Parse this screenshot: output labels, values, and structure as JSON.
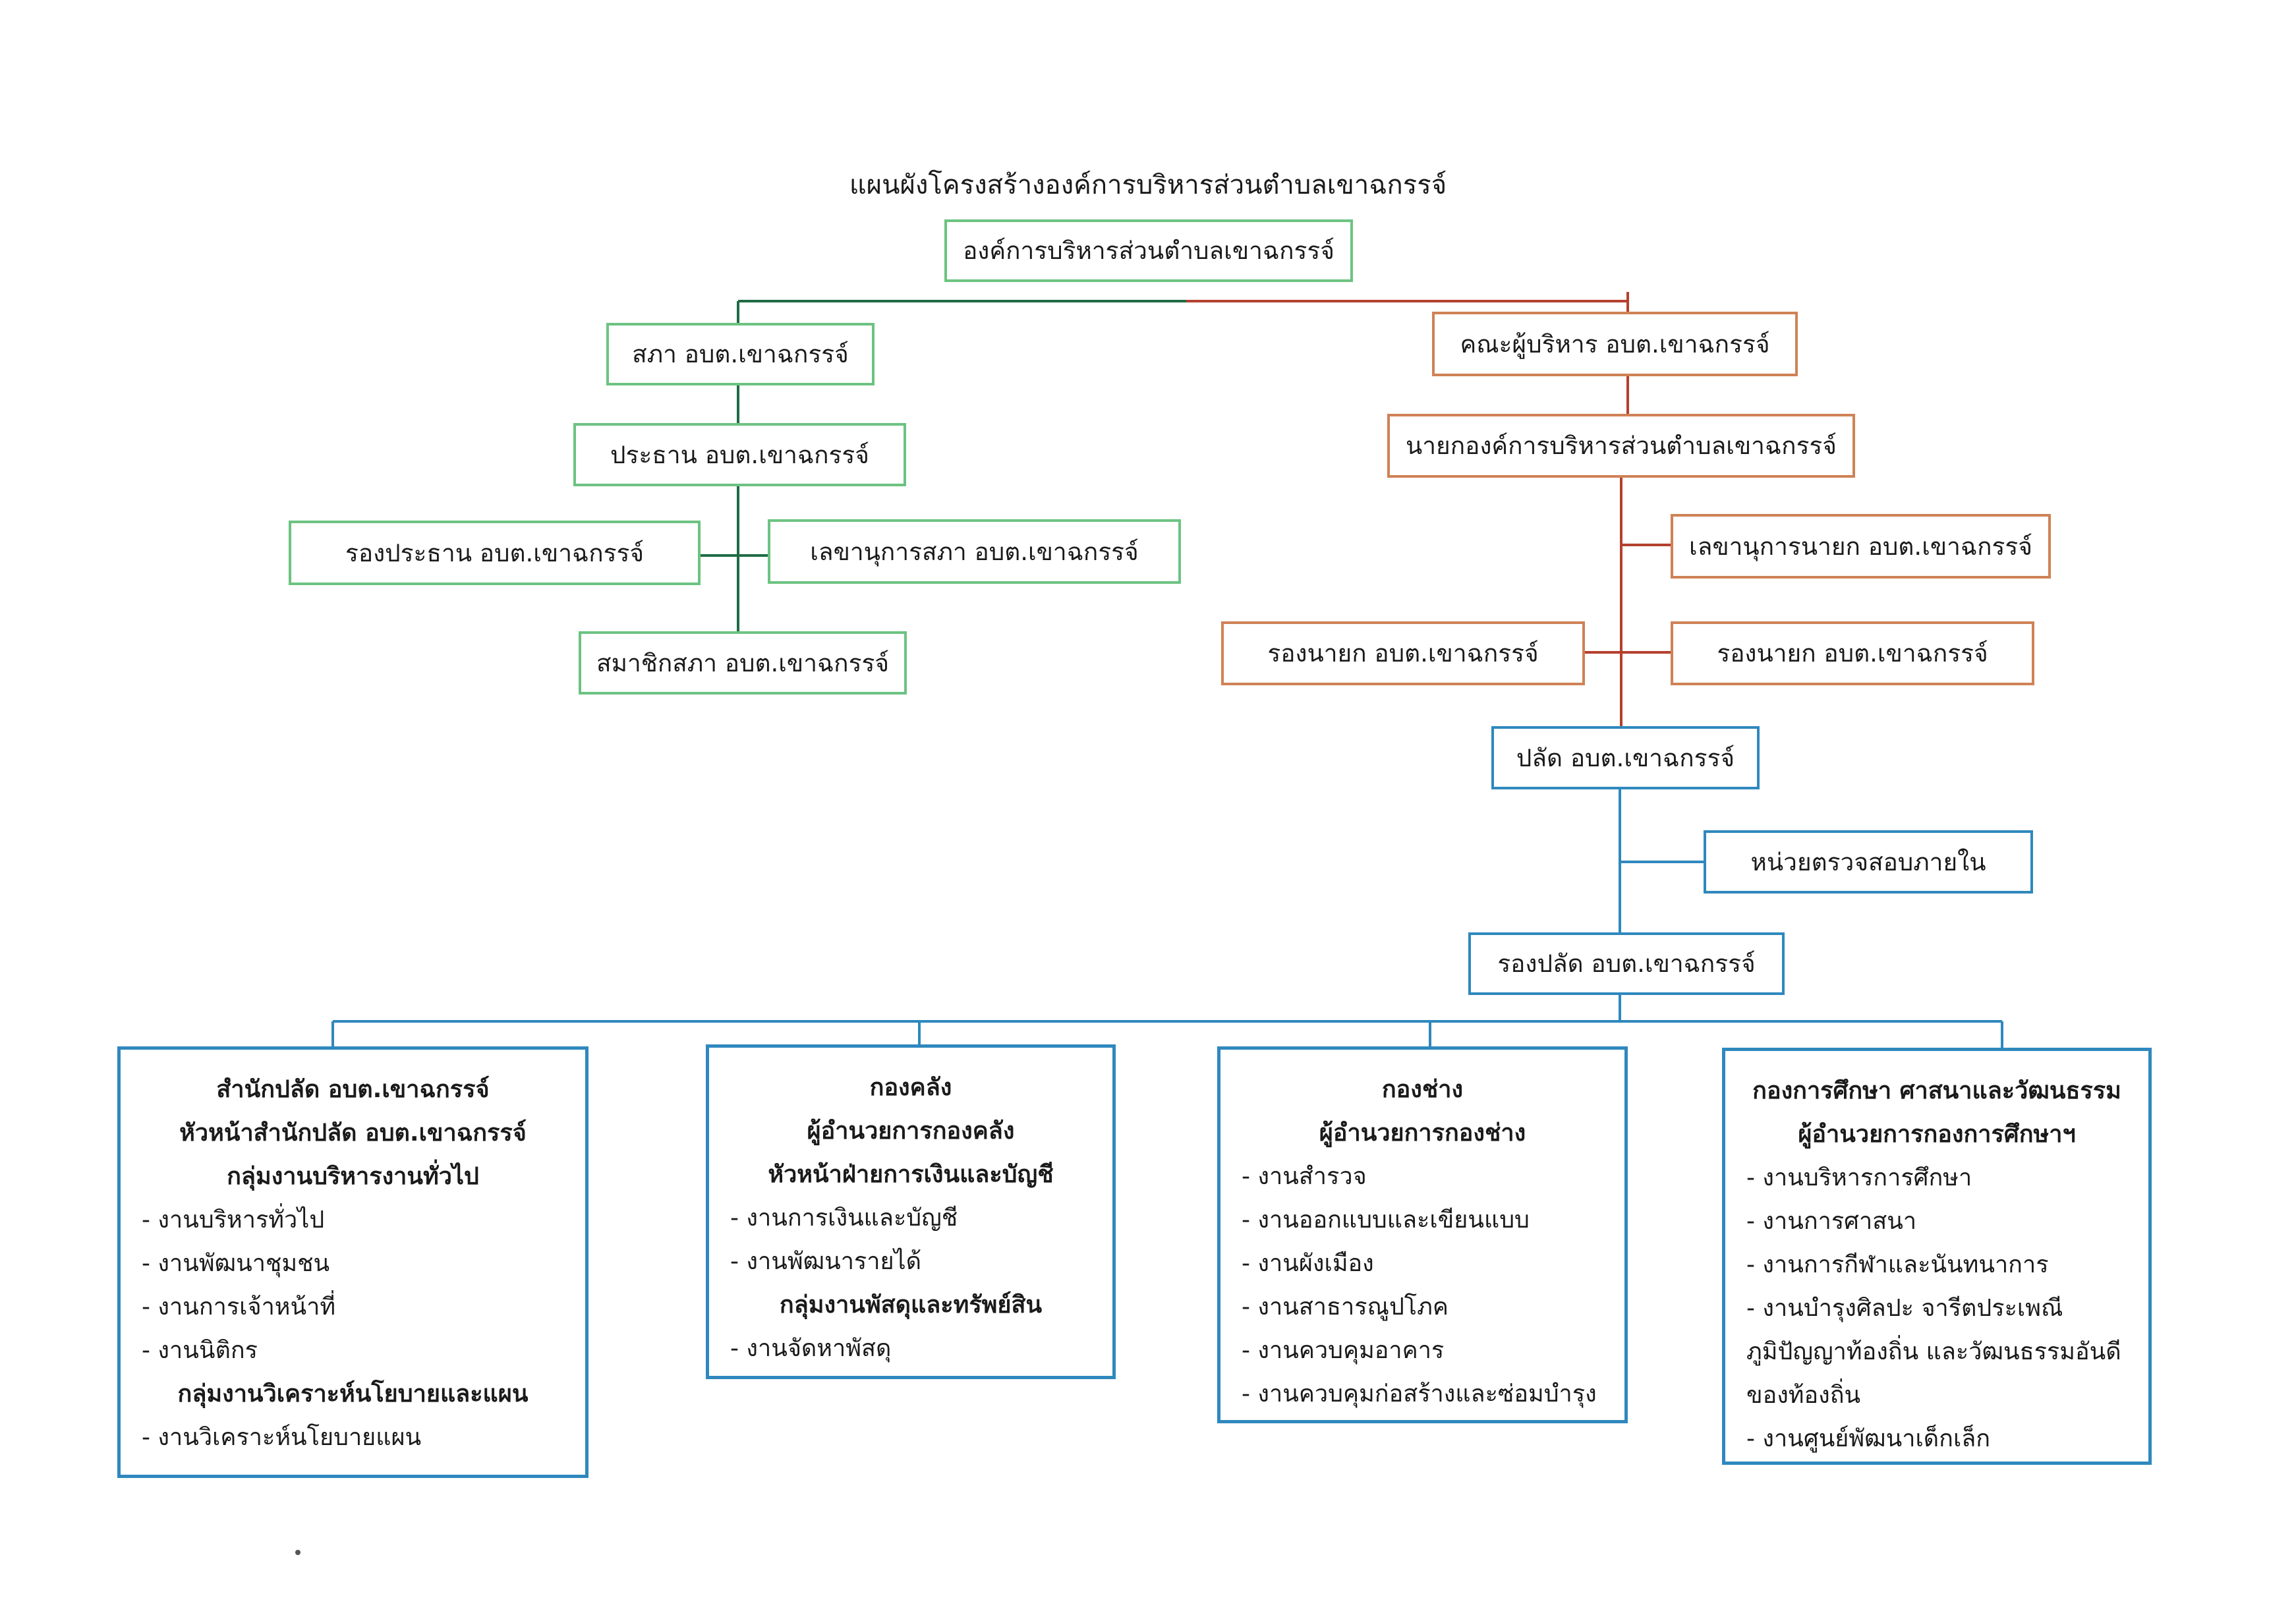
{
  "title": "แผนผังโครงสร้างองค์การบริหารส่วนตำบลเขาฉกรรจ์",
  "top": {
    "label": "องค์การบริหารส่วนตำบลเขาฉกรรจ์"
  },
  "council": {
    "label": "สภา อบต.เขาฉกรรจ์",
    "chair": "ประธาน อบต.เขาฉกรรจ์",
    "vice_chair": "รองประธาน อบต.เขาฉกรรจ์",
    "secretary": "เลขานุการสภา อบต.เขาฉกรรจ์",
    "members": "สมาชิกสภา อบต.เขาฉกรรจ์"
  },
  "executive": {
    "label": "คณะผู้บริหาร อบต.เขาฉกรรจ์",
    "mayor": "นายกองค์การบริหารส่วนตำบลเขาฉกรรจ์",
    "secretary": "เลขานุการนายก อบต.เขาฉกรรจ์",
    "deputy_left": "รองนายก อบต.เขาฉกรรจ์",
    "deputy_right": "รองนายก อบต.เขาฉกรรจ์"
  },
  "admin": {
    "clerk": "ปลัด อบต.เขาฉกรรจ์",
    "audit": "หน่วยตรวจสอบภายใน",
    "deputy_clerk": "รองปลัด อบต.เขาฉกรรจ์"
  },
  "departments": [
    {
      "h1": "สำนักปลัด อบต.เขาฉกรรจ์",
      "h2": "หัวหน้าสำนักปลัด อบต.เขาฉกรรจ์",
      "h3": "กลุ่มงานบริหารงานทั่วไป",
      "items1": [
        "- งานบริหารทั่วไป",
        "- งานพัฒนาชุมชน",
        "- งานการเจ้าหน้าที่",
        "- งานนิติกร"
      ],
      "h4": "กลุ่มงานวิเคราะห์นโยบายและแผน",
      "items2": [
        "- งานวิเคราะห์นโยบายแผน"
      ]
    },
    {
      "h1": "กองคลัง",
      "h2": "ผู้อำนวยการกองคลัง",
      "h3": "หัวหน้าฝ่ายการเงินและบัญชี",
      "items1": [
        "- งานการเงินและบัญชี",
        "- งานพัฒนารายได้"
      ],
      "h4": "กลุ่มงานพัสดุและทรัพย์สิน",
      "items2": [
        "- งานจัดหาพัสดุ"
      ]
    },
    {
      "h1": "กองช่าง",
      "h2": "ผู้อำนวยการกองช่าง",
      "items1": [
        "- งานสำรวจ",
        "- งานออกแบบและเขียนแบบ",
        "- งานผังเมือง",
        "- งานสาธารณูปโภค",
        "- งานควบคุมอาคาร",
        "- งานควบคุมก่อสร้างและซ่อมบำรุง"
      ]
    },
    {
      "h1": "กองการศึกษา ศาสนาและวัฒนธรรม",
      "h2": "ผู้อำนวยการกองการศึกษาฯ",
      "items1": [
        "- งานบริหารการศึกษา",
        "- งานการศาสนา",
        "- งานการกีฬาและนันทนาการ",
        "- งานบำรุงศิลปะ จารีตประเพณี ภูมิปัญญาท้องถิ่น และวัฒนธรรมอันดีของท้องถิ่น",
        "- งานศูนย์พัฒนาเด็กเล็ก"
      ]
    }
  ],
  "colors": {
    "council": "#6cc381",
    "executive": "#cf8256",
    "admin": "#2f88be",
    "council_line": "#1f6b45",
    "executive_line": "#b5402f"
  }
}
